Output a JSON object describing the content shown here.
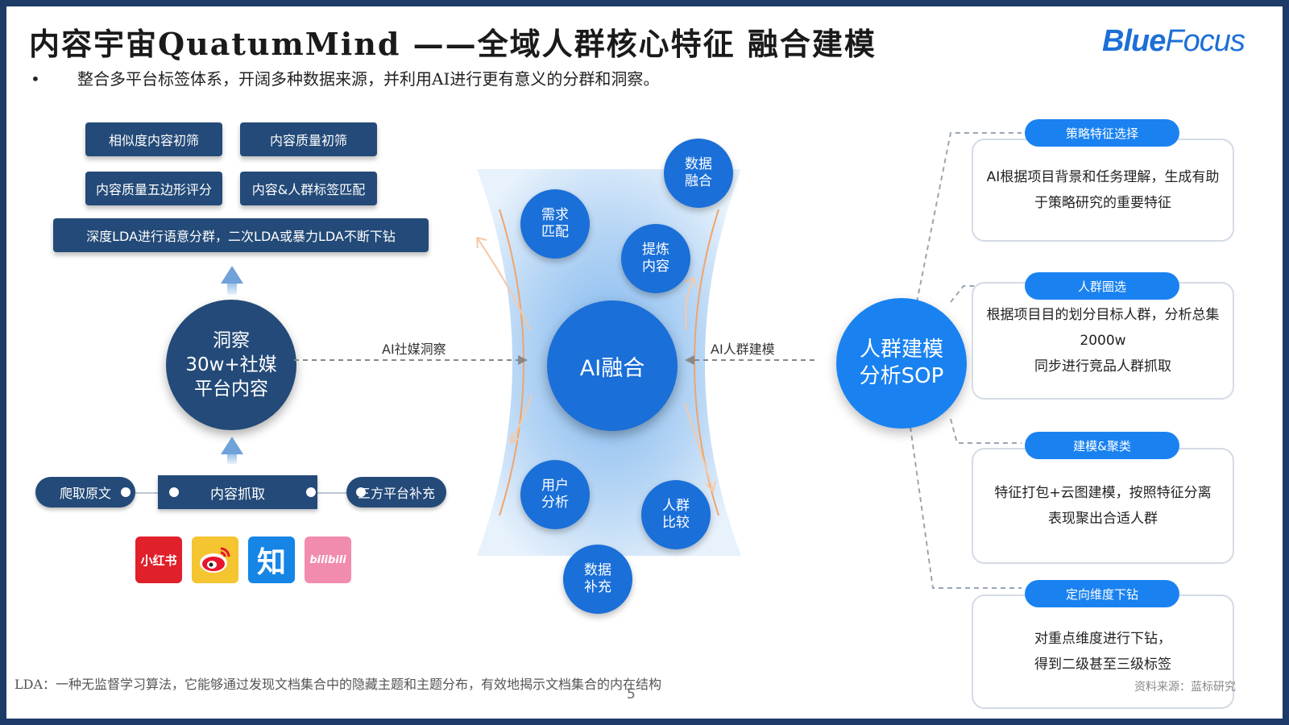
{
  "header": {
    "title": "内容宇宙QuatumMind ——全域人群核心特征 融合建模",
    "logo_main": "Blue",
    "logo_sub": "Focus",
    "bullet": "整合多平台标签体系，开阔多种数据来源，并利用AI进行更有意义的分群和洞察。"
  },
  "left": {
    "boxes": [
      "相似度内容初筛",
      "内容质量初筛",
      "内容质量五边形评分",
      "内容&人群标签匹配"
    ],
    "wide_box": "深度LDA进行语意分群，二次LDA或暴力LDA不断下钻",
    "circle": "洞察30w+社媒平台内容",
    "pipeline": {
      "left": "爬取原文",
      "center": "内容抓取",
      "right": "三方平台补充"
    },
    "apps": [
      {
        "name": "小红书",
        "color": "#e0202b"
      },
      {
        "name": "weibo",
        "color": "#f4c431"
      },
      {
        "name": "知",
        "color": "#1685e6"
      },
      {
        "name": "bilibili",
        "color": "#f28cae"
      }
    ]
  },
  "center": {
    "main": "AI融合",
    "arrow_left_label": "AI社媒洞察",
    "arrow_right_label": "AI人群建模",
    "bubbles": [
      "数据融合",
      "需求匹配",
      "提炼内容",
      "用户分析",
      "人群比较",
      "数据补充"
    ]
  },
  "right": {
    "circle": "人群建模分析SOP",
    "steps": [
      {
        "tag": "策略特征选择",
        "text": "AI根据项目背景和任务理解，生成有助于策略研究的重要特征"
      },
      {
        "tag": "人群圈选",
        "text": "根据项目目的划分目标人群，分析总集2000w\n同步进行竞品人群抓取"
      },
      {
        "tag": "建模&聚类",
        "text": "特征打包+云图建模，按照特征分离表现聚出合适人群"
      },
      {
        "tag": "定向维度下钻",
        "text": "对重点维度进行下钻，得到二级甚至三级标签"
      }
    ]
  },
  "footer": {
    "note": "LDA：一种无监督学习算法，它能够通过发现文档集合中的隐藏主题和主题分布，有效地揭示文档集合的内在结构",
    "source": "资料来源：蓝标研究",
    "page": "5"
  },
  "colors": {
    "dark_navy": "#234a78",
    "accent_blue": "#1a6fd8",
    "tag_blue": "#1a82f0",
    "frame": "#1e3a66"
  }
}
